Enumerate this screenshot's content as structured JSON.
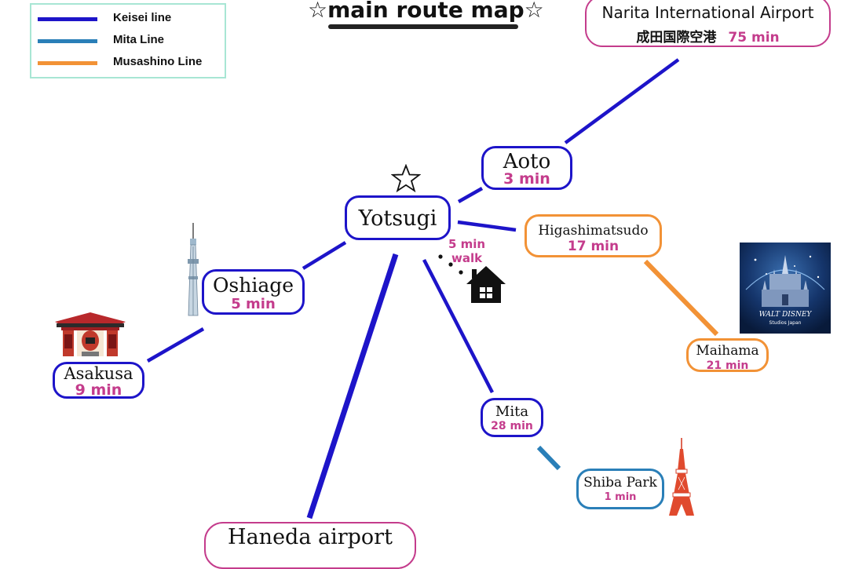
{
  "title": "☆main route map☆",
  "legend": {
    "items": [
      {
        "label": "Keisei line",
        "color": "#1d14c9"
      },
      {
        "label": "Mita Line",
        "color": "#2a7fb8"
      },
      {
        "label": "Musashino Line",
        "color": "#f29236"
      }
    ]
  },
  "stations": {
    "narita": {
      "name": "Narita International Airport",
      "name_jp": "成田国際空港",
      "time": "75 min"
    },
    "aoto": {
      "name": "Aoto",
      "time": "3 min"
    },
    "yotsugi": {
      "name": "Yotsugi"
    },
    "higashimatsudo": {
      "name": "Higashimatsudo",
      "time": "17 min"
    },
    "oshiage": {
      "name": "Oshiage",
      "time": "5 min"
    },
    "asakusa": {
      "name": "Asakusa",
      "time": "9 min"
    },
    "maihama": {
      "name": "Maihama",
      "time": "21 min"
    },
    "mita": {
      "name": "Mita",
      "time": "28 min"
    },
    "shiba_park": {
      "name": "Shiba Park",
      "time": "1 min"
    },
    "haneda": {
      "name": "Haneda airport"
    }
  },
  "walk": {
    "time": "5 min",
    "label": "walk"
  },
  "disney_logo": {
    "brand": "WALT DISNEY",
    "subtitle": "Studios Japan"
  },
  "icons": [
    "star-icon",
    "house-icon",
    "skytree-icon",
    "kaminarimon-gate-icon",
    "tokyo-tower-icon",
    "disney-castle-image"
  ]
}
